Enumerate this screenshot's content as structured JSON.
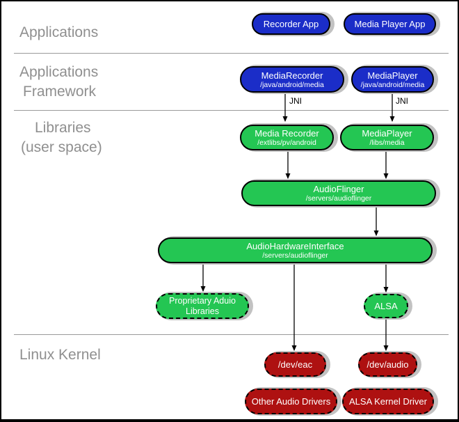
{
  "layers": {
    "applications": "Applications",
    "applications_framework_line1": "Applications",
    "applications_framework_line2": "Framework",
    "libraries_line1": "Libraries",
    "libraries_line2": "(user space)",
    "linux_kernel": "Linux Kernel"
  },
  "nodes": {
    "recorder_app": {
      "title": "Recorder App"
    },
    "media_player_app": {
      "title": "Media Player App"
    },
    "media_recorder_framework": {
      "title": "MediaRecorder",
      "path": "/java/android/media"
    },
    "media_player_framework": {
      "title": "MediaPlayer",
      "path": "/java/android/media"
    },
    "media_recorder_lib": {
      "title": "Media Recorder",
      "path": "/extlibs/pv/android"
    },
    "media_player_lib": {
      "title": "MediaPlayer",
      "path": "/libs/media"
    },
    "audio_flinger": {
      "title": "AudioFlinger",
      "path": "/servers/audioflinger"
    },
    "audio_hardware_interface": {
      "title": "AudioHardwareInterface",
      "path": "/servers/audioflinger"
    },
    "proprietary_audio_libraries": {
      "title": "Proprietary Aduio Libraries"
    },
    "alsa": {
      "title": "ALSA"
    },
    "dev_eac": {
      "title": "/dev/eac"
    },
    "dev_audio": {
      "title": "/dev/audio"
    },
    "other_audio_drivers": {
      "title": "Other Audio Drivers"
    },
    "alsa_kernel_driver": {
      "title": "ALSA Kernel Driver"
    }
  },
  "edge_labels": {
    "jni_left": "JNI",
    "jni_right": "JNI"
  },
  "colors": {
    "app_blue": "#1b2dc8",
    "lib_green": "#24c653",
    "kernel_red": "#ae1111",
    "shadow_gray": "#c2c2c2",
    "label_gray": "#8f8f8f",
    "line_gray": "#999999"
  }
}
